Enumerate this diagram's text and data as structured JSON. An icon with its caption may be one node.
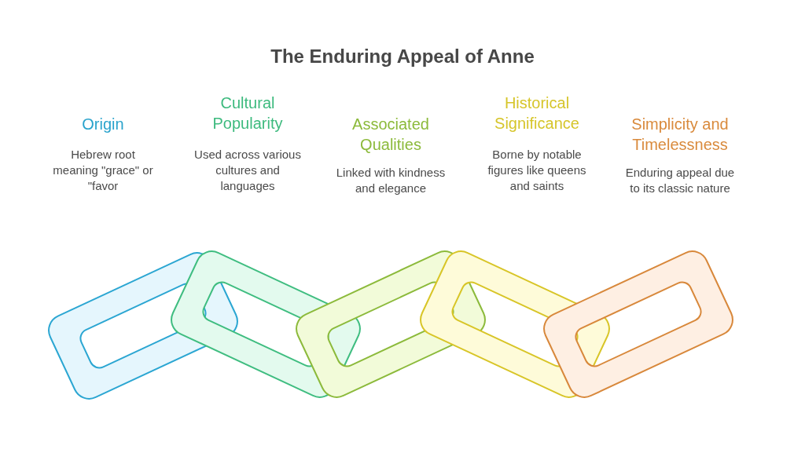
{
  "diagram": {
    "title": "The Enduring Appeal of Anne",
    "nodes": [
      {
        "text": [],
        "shape": "link"
      },
      {
        "text": [],
        "shape": "link"
      },
      {
        "text": [],
        "shape": "link"
      },
      {
        "text": [],
        "shape": "link"
      },
      {
        "text": [],
        "shape": "link"
      }
    ],
    "labels": [
      "Origin",
      "Hebrew root meaning \"grace\" or \"favor",
      "Cultural Popularity",
      "Used across various cultures and languages",
      "Associated Qualities",
      "Linked with kindness and elegance",
      "Historical Significance",
      "Borne by notable figures like queens and saints",
      "Simplicity and Timelessness",
      "Enduring appeal due to its classic nature"
    ]
  }
}
